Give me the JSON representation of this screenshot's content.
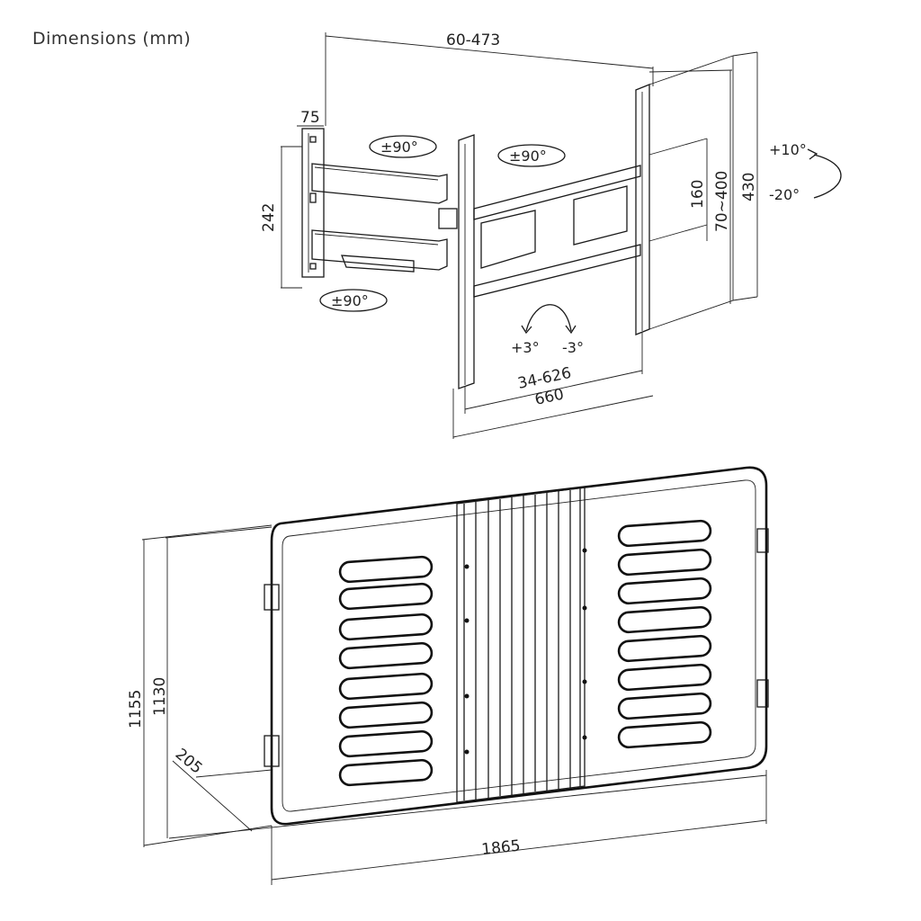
{
  "title": "Dimensions (mm)",
  "colors": {
    "line": "#1a1a1a",
    "background": "#ffffff"
  },
  "mount": {
    "depth_range": "60-473",
    "depth_min": "75",
    "wall_plate_height": "242",
    "swivel_wall": "±90°",
    "swivel_arm": "±90°",
    "swivel_head": "±90°",
    "tilt_up": "+10°",
    "tilt_down": "-20°",
    "rotate_left": "+3°",
    "rotate_right": "-3°",
    "vesa_vertical_inner": "160",
    "vesa_vertical_range": "70~400",
    "bracket_height": "430",
    "vesa_horizontal_range": "34-626",
    "bracket_width": "660"
  },
  "box": {
    "outer_height": "1155",
    "inner_height": "1130",
    "depth": "205",
    "width": "1865"
  }
}
